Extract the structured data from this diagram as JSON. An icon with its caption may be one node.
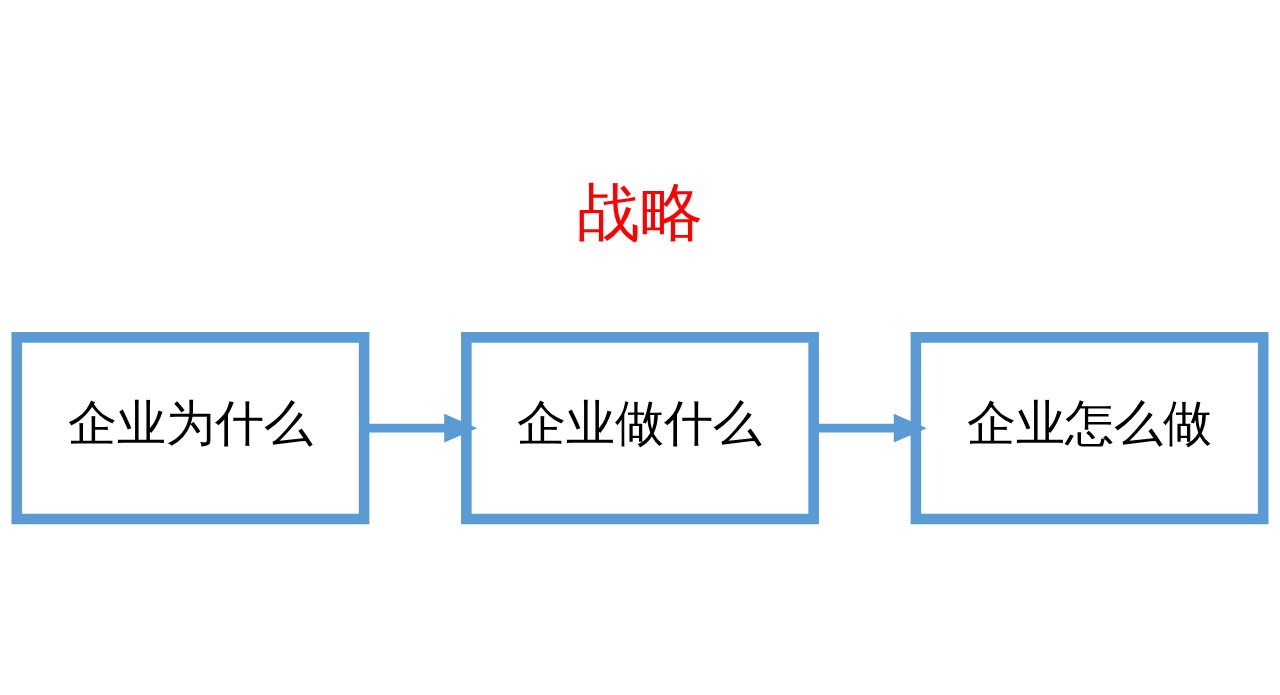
{
  "diagram": {
    "nodes": [
      {
        "text": [
          "企业为什么"
        ]
      },
      {
        "text": [
          "企业做什么"
        ]
      },
      {
        "text": [
          "企业怎么做"
        ]
      }
    ],
    "edges": [
      {
        "from": 0,
        "to": 1,
        "arrow": "to"
      },
      {
        "from": 1,
        "to": 2,
        "arrow": "to"
      }
    ],
    "labels": [
      "战略"
    ]
  }
}
